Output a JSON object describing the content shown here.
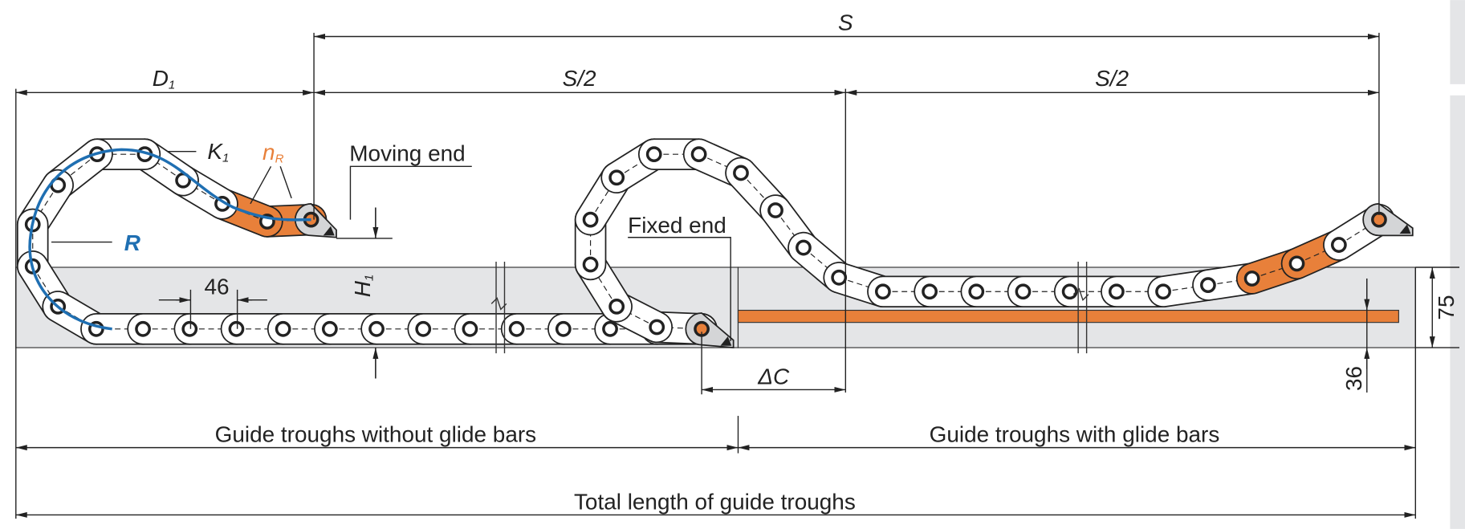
{
  "dimensions": {
    "s": "S",
    "d1": "D",
    "d1_sub": "1",
    "s_half_left": "S/2",
    "s_half_right": "S/2",
    "pitch": "46",
    "h1": "H",
    "h1_sub": "1",
    "delta_c": "ΔC",
    "trough_height": "75",
    "glide_bar_height": "36"
  },
  "labels": {
    "k1": "K",
    "k1_sub": "1",
    "nr": "n",
    "nr_sub": "R",
    "r": "R",
    "moving_end": "Moving end",
    "fixed_end": "Fixed end",
    "without_glide": "Guide troughs without glide bars",
    "with_glide": "Guide troughs with glide bars",
    "total": "Total length of guide troughs"
  },
  "colors": {
    "orange": "#E8803A",
    "blue": "#1F6FB2",
    "trough": "#E4E5E7",
    "end_gray": "#D4D5D7"
  }
}
